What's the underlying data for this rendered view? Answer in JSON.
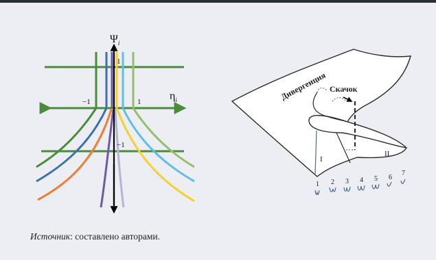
{
  "left_diagram": {
    "y_axis_label": "Ψ",
    "y_axis_subscript": "i",
    "x_axis_label": "η",
    "x_axis_subscript": "i",
    "tick_x_neg": "−1",
    "tick_x_pos": "1",
    "tick_y_pos": "1",
    "tick_y_neg": "−1",
    "colors": {
      "green_dark": "#4a8b3c",
      "green_light": "#93c06f",
      "blue_dark": "#3a6fb0",
      "blue_light": "#5fbfe3",
      "orange": "#ef7d33",
      "yellow": "#f5d02f",
      "purple": "#6a5aa8",
      "lavender": "#b7b3d6",
      "axis": "#000000"
    }
  },
  "right_diagram": {
    "label_divergence": "Дивергенция",
    "label_jump": "Скачок",
    "region_1": "I",
    "region_2": "II",
    "scale_numbers": [
      "1",
      "2",
      "3",
      "4",
      "5",
      "6",
      "7"
    ]
  },
  "caption": {
    "source_italic": "Источник",
    "source_text": ": составлено авторами."
  }
}
